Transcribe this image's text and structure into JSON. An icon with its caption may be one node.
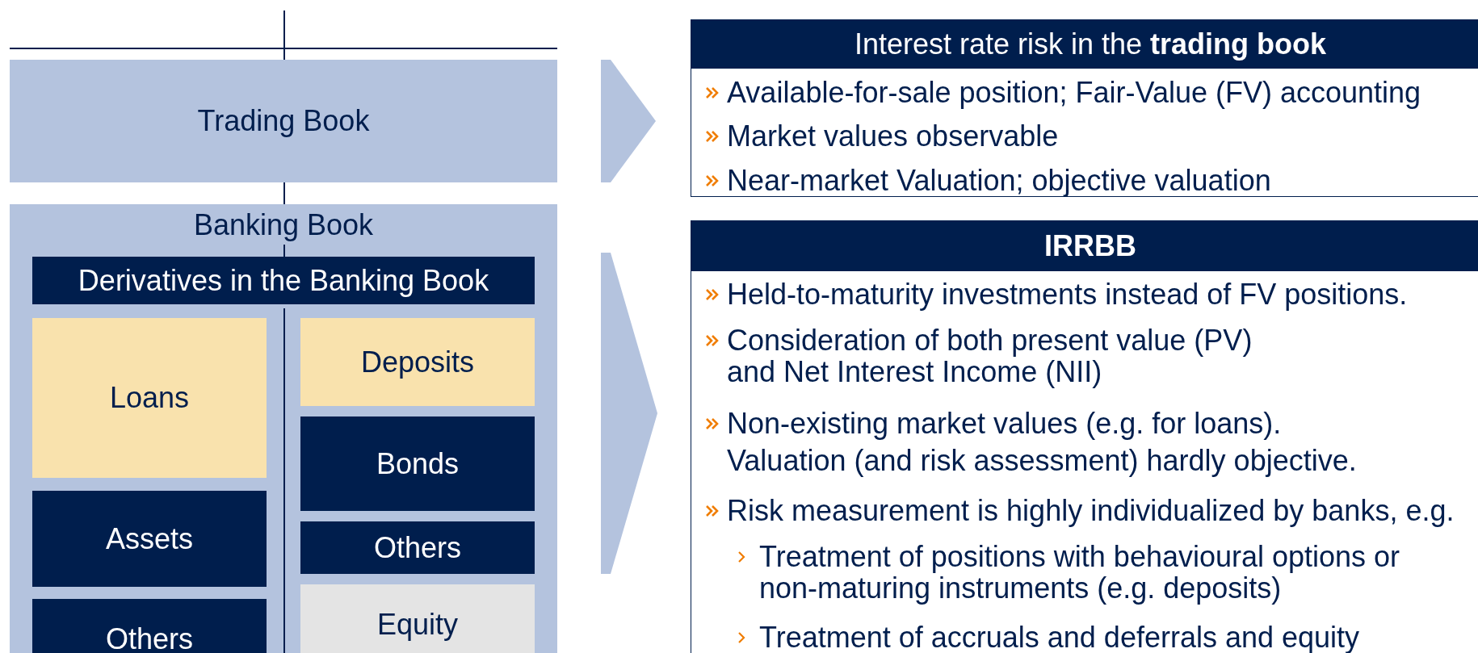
{
  "diagram": {
    "nodes": [
      {
        "text": [
          "Trading Book"
        ]
      },
      {
        "text": [
          "Banking Book"
        ]
      },
      {
        "text": [
          "Derivatives in the Banking Book"
        ],
        "in": 1
      },
      {
        "text": [
          "Loans"
        ],
        "in": 1
      },
      {
        "text": [
          "Deposits"
        ],
        "in": 1
      },
      {
        "text": [
          "Bonds"
        ],
        "in": 1
      },
      {
        "text": [
          "Assets"
        ],
        "in": 1
      },
      {
        "text": [
          "Others"
        ],
        "in": 1
      },
      {
        "text": [
          "Equity"
        ],
        "in": 1
      },
      {
        "text": [
          "Others"
        ],
        "in": 1
      },
      {
        "text": [
          "Interest rate risk in the **trading book**",
          "Available-for-sale position; Fair-Value (FV) accounting",
          "Market values observable",
          "Near-market Valuation; objective valuation"
        ]
      },
      {
        "text": [
          "IRRBB",
          "Held-to-maturity investments instead of FV positions.",
          "Consideration of both present value (PV) and Net Interest Income (NII)",
          "Non-existing market values (e.g. for loans).",
          "Valuation (and risk assessment) hardly objective.",
          "Risk measurement is highly individualized by banks, e.g.",
          "Treatment of positions with behavioural options or non-maturing instruments (e.g. deposits)",
          "Treatment of accruals and deferrals and equity"
        ]
      }
    ],
    "edges": [
      {
        "from": 0,
        "to": 10,
        "arrow": "to"
      },
      {
        "from": 1,
        "to": 11,
        "arrow": "to"
      }
    ]
  }
}
